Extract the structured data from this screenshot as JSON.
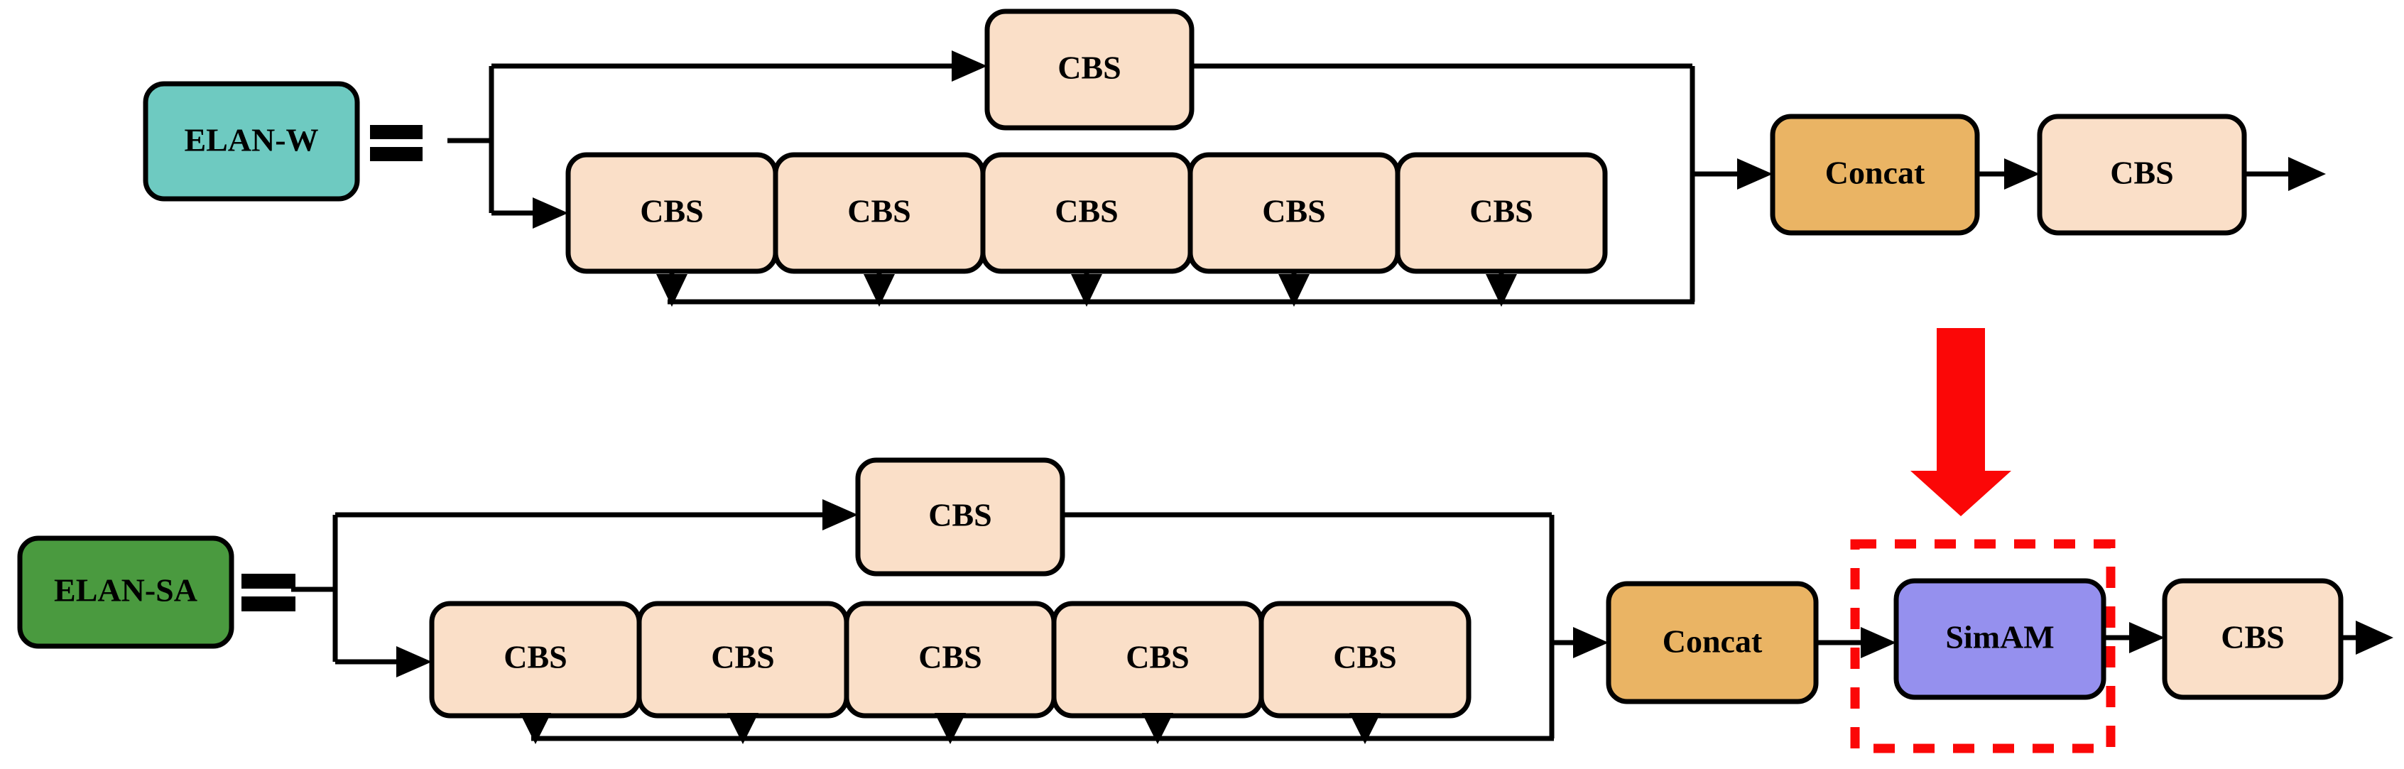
{
  "figure": {
    "type": "neural-network-architecture-diagram",
    "description": "Comparison of ELAN-W module and the proposed ELAN-SA module with SimAM attention",
    "colors": {
      "cbs_fill": "#fadfc8",
      "concat_fill": "#eab464",
      "elan_w_fill": "#6ecac1",
      "elan_sa_fill": "#4a9a3f",
      "simam_fill": "#9590ee",
      "highlight_red": "#fb0707",
      "outline": "#000000",
      "background": "#ffffff"
    },
    "equals_sign": "="
  },
  "top_row": {
    "module_label": "ELAN-W",
    "skip_branch": {
      "cbs_label": "CBS"
    },
    "main_branch": {
      "cbs_labels": [
        "CBS",
        "CBS",
        "CBS",
        "CBS",
        "CBS"
      ]
    },
    "concat_label": "Concat",
    "output_cbs_label": "CBS"
  },
  "bottom_row": {
    "module_label": "ELAN-SA",
    "skip_branch": {
      "cbs_label": "CBS"
    },
    "main_branch": {
      "cbs_labels": [
        "CBS",
        "CBS",
        "CBS",
        "CBS",
        "CBS"
      ]
    },
    "concat_label": "Concat",
    "attention_label": "SimAM",
    "output_cbs_label": "CBS"
  },
  "transition": {
    "icon": "red-down-arrow",
    "meaning": "improved into"
  }
}
